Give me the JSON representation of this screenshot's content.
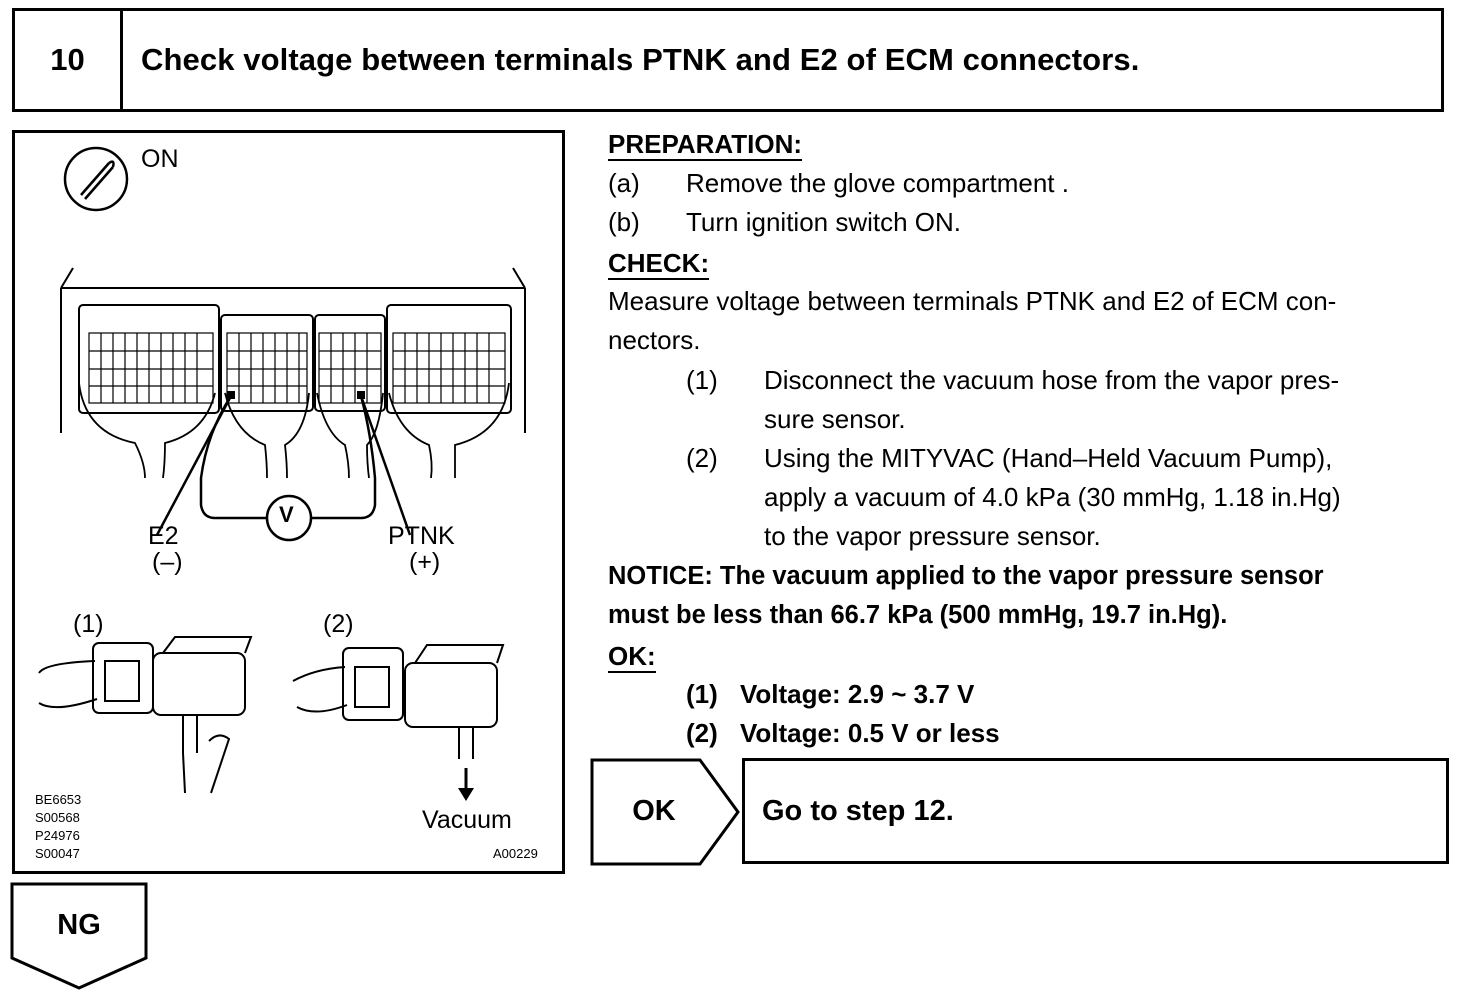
{
  "header": {
    "step_number": "10",
    "title": "Check voltage between terminals PTNK and E2 of ECM connectors."
  },
  "figure": {
    "ignition_label": "ON",
    "meter_symbol": "V",
    "e2_label": "E2",
    "e2_polarity": "(–)",
    "ptnk_label": "PTNK",
    "ptnk_polarity": "(+)",
    "sub1_label": "(1)",
    "sub2_label": "(2)",
    "vacuum_label": "Vacuum",
    "codes": [
      "BE6653",
      "S00568",
      "P24976",
      "S00047"
    ],
    "figure_code": "A00229",
    "icons": [
      "ignition-key-icon",
      "voltmeter-icon",
      "vacuum-arrow-icon"
    ]
  },
  "preparation": {
    "heading": "PREPARATION:",
    "items": [
      {
        "marker": "(a)",
        "text": "Remove the glove compartment ."
      },
      {
        "marker": "(b)",
        "text": "Turn ignition switch ON."
      }
    ]
  },
  "check": {
    "heading": "CHECK:",
    "lines": [
      "Measure voltage between terminals PTNK and E2 of ECM con-",
      "nectors."
    ],
    "steps": [
      {
        "marker": "(1)",
        "lines": [
          "Disconnect the vacuum hose from the vapor pres-",
          "sure sensor."
        ]
      },
      {
        "marker": "(2)",
        "lines": [
          "Using the MITYVAC  (Hand–Held  Vacuum Pump),",
          "apply a vacuum of 4.0 kPa (30 mmHg, 1.18 in.Hg)",
          "to the vapor pressure sensor."
        ]
      }
    ]
  },
  "notice": {
    "lines": [
      "NOTICE:  The vacuum applied to the vapor pressure sensor",
      "must be less than 66.7 kPa (500 mmHg, 19.7 in.Hg)."
    ]
  },
  "ok_spec": {
    "heading": "OK:",
    "items": [
      {
        "marker": "(1)",
        "text": "Voltage: 2.9 ~ 3.7 V"
      },
      {
        "marker": "(2)",
        "text": "Voltage: 0.5 V or less"
      }
    ]
  },
  "results": {
    "ok_label": "OK",
    "ok_action": "Go to step 12.",
    "ng_label": "NG"
  }
}
